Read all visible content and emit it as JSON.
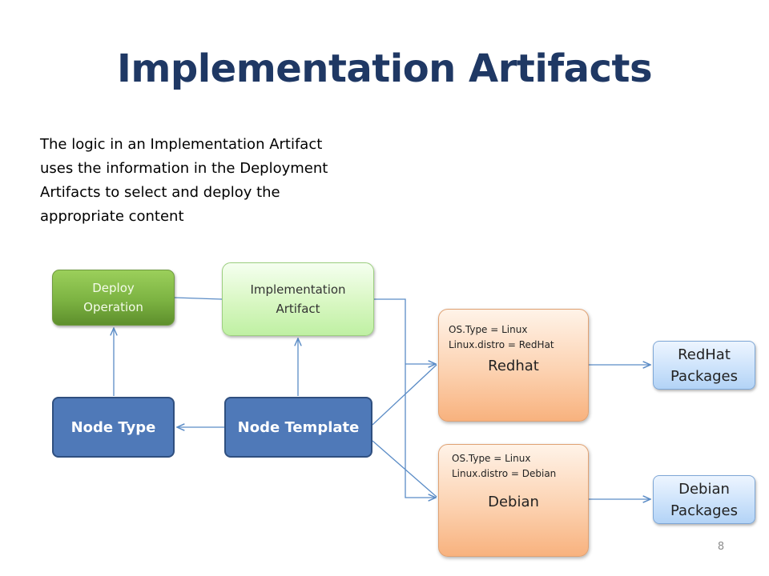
{
  "title": "Implementation Artifacts",
  "intro": {
    "lines": [
      "The logic in an Implementation Artifact",
      "uses the information in the Deployment",
      "Artifacts to select and deploy the",
      "appropriate content"
    ]
  },
  "nodes": {
    "deploy_operation": {
      "lines": [
        "Deploy",
        "Operation"
      ]
    },
    "implementation_artifact": {
      "lines": [
        "Implementation",
        "Artifact"
      ]
    },
    "node_type": {
      "label": "Node Type"
    },
    "node_template": {
      "label": "Node Template"
    },
    "redhat": {
      "config": [
        "OS.Type = Linux",
        "Linux.distro = RedHat"
      ],
      "label": "Redhat"
    },
    "debian": {
      "config": [
        "OS.Type = Linux",
        "Linux.distro = Debian"
      ],
      "label": "Debian"
    },
    "redhat_packages": {
      "lines": [
        "RedHat",
        "Packages"
      ]
    },
    "debian_packages": {
      "lines": [
        "Debian",
        "Packages"
      ]
    }
  },
  "page_number": "8",
  "colors": {
    "title": "#1f3864",
    "connector": "#5b8cc6",
    "node_blue": "#4f79b8",
    "deploy_green": "#7cb342",
    "impl_green": "#d8f7c2",
    "os_orange": "#fcd2b1",
    "pkg_blue": "#cde3fb"
  }
}
